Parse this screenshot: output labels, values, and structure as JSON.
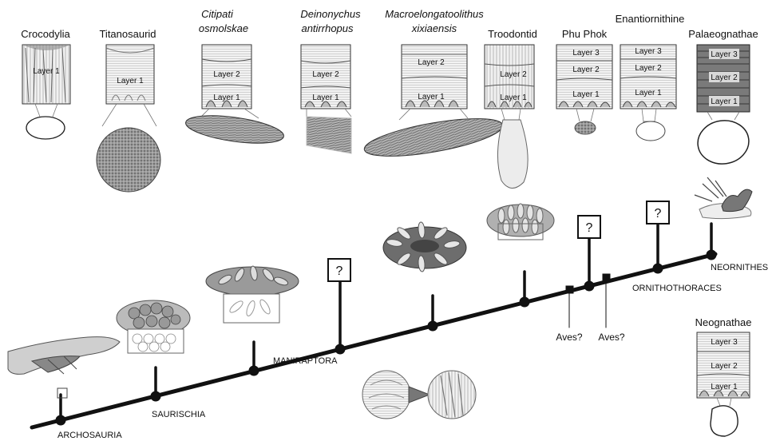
{
  "taxa": [
    {
      "key": "crocodylia",
      "lines": [
        "Crocodylia"
      ],
      "italic": false,
      "layers": [
        "Layer 1"
      ]
    },
    {
      "key": "titanosaurid",
      "lines": [
        "Titanosaurid"
      ],
      "italic": false,
      "layers": [
        "Layer 1"
      ]
    },
    {
      "key": "citipati",
      "lines": [
        "Citipati",
        "osmolskae"
      ],
      "italic": true,
      "layers": [
        "Layer 2",
        "Layer 1"
      ]
    },
    {
      "key": "deinonychus",
      "lines": [
        "Deinonychus",
        "antirrhopus"
      ],
      "italic": true,
      "layers": [
        "Layer 2",
        "Layer 1"
      ]
    },
    {
      "key": "macroelongatoolithus",
      "lines": [
        "Macroelongatoolithus",
        "xixiaensis"
      ],
      "italic": true,
      "layers": [
        "Layer 2",
        "Layer 1"
      ]
    },
    {
      "key": "troodontid",
      "lines": [
        "Troodontid"
      ],
      "italic": false,
      "layers": [
        "Layer 2",
        "Layer 1"
      ]
    },
    {
      "key": "phu-phok",
      "lines": [
        "Phu Phok"
      ],
      "italic": false,
      "layers": [
        "Layer 3",
        "Layer 2",
        "Layer 1"
      ]
    },
    {
      "key": "enantiornithine",
      "lines": [
        "Enantiornithine"
      ],
      "italic": false,
      "layers": [
        "Layer 3",
        "Layer 2",
        "Layer 1"
      ]
    },
    {
      "key": "palaeognathae",
      "lines": [
        "Palaeognathae"
      ],
      "italic": false,
      "layers": [
        "Layer 3",
        "Layer 2",
        "Layer 1"
      ]
    },
    {
      "key": "neognathae",
      "lines": [
        "Neognathae"
      ],
      "italic": false,
      "layers": [
        "Layer 3",
        "Layer 2",
        "Layer 1"
      ]
    }
  ],
  "nodes": {
    "archosauria": "ARCHOSAURIA",
    "saurischia": "SAURISCHIA",
    "maniraptora": "MANIRAPTORA",
    "ornithothoraces": "ORNITHOTHORACES",
    "neornithes": "NEORNITHES"
  },
  "uncertain_marker": "?",
  "aves_label": "Aves?",
  "colors": {
    "line": "#111111",
    "shell": "#d9d9d9",
    "eggshell_dark": "#555555",
    "nest": "#8a8a8a"
  }
}
